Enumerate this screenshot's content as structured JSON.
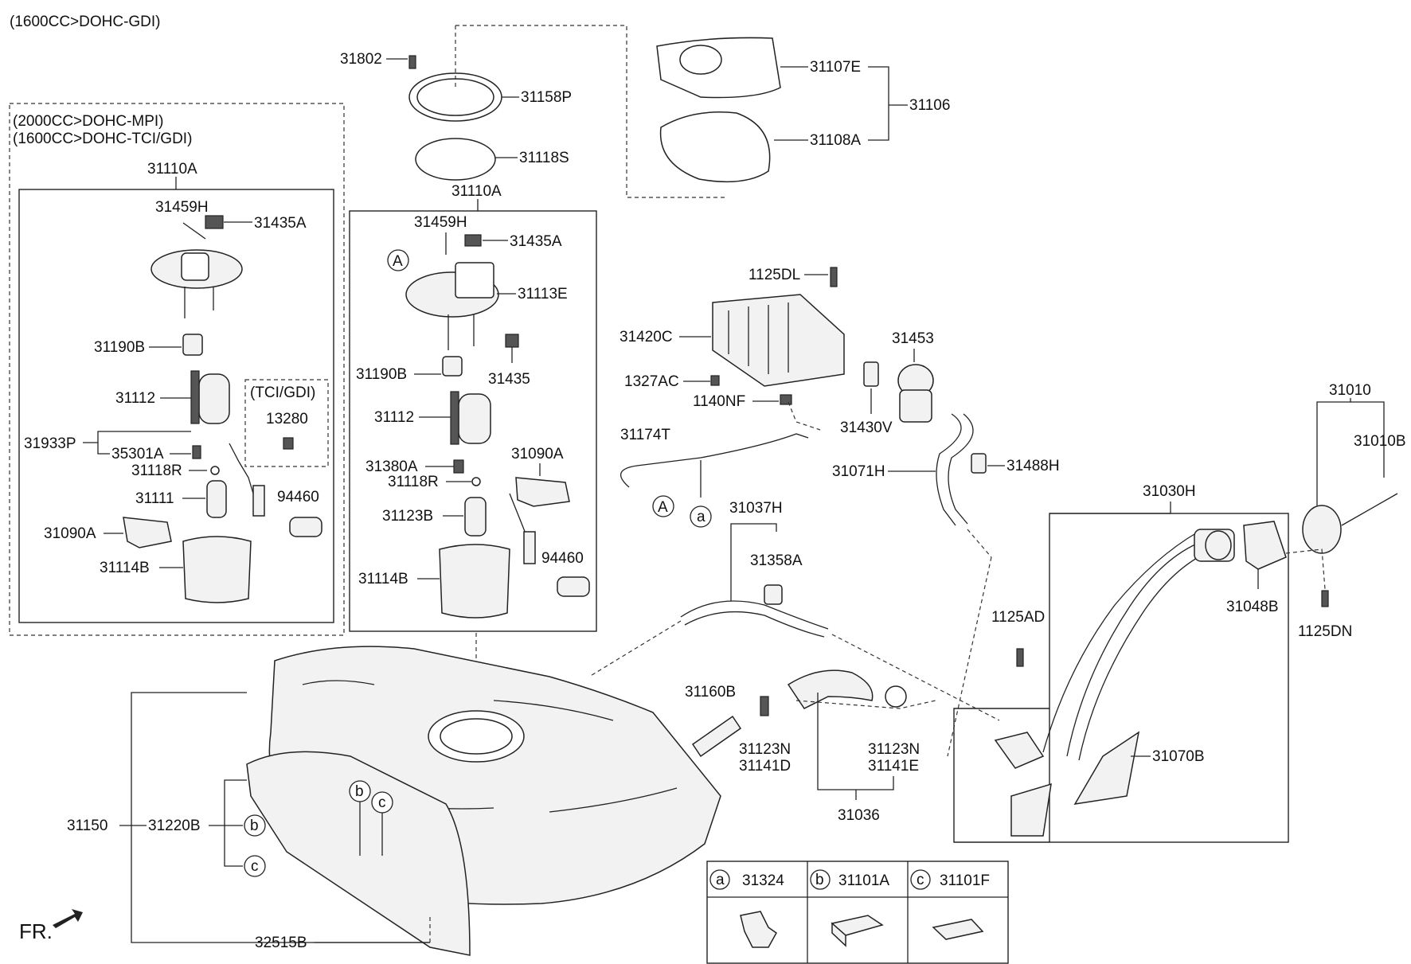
{
  "notes": {
    "engine_top": "(1600CC>DOHC-GDI)",
    "engine_left_1": "(2000CC>DOHC-MPI)",
    "engine_left_2": "(1600CC>DOHC-TCI/GDI)",
    "tci_gdi": "(TCI/GDI)",
    "fr": "FR."
  },
  "labels": {
    "p31802": "31802",
    "p31158P": "31158P",
    "p31118S": "31118S",
    "p31107E": "31107E",
    "p31106": "31106",
    "p31108A": "31108A",
    "p31110A_left": "31110A",
    "p31110A_mid": "31110A",
    "p31459H_left": "31459H",
    "p31435A_left": "31435A",
    "p31190B_left": "31190B",
    "p31112_left": "31112",
    "p13280": "13280",
    "p31933P": "31933P",
    "p35301A": "35301A",
    "p31118R_left": "31118R",
    "p31111": "31111",
    "p94460_left": "94460",
    "p31090A_left": "31090A",
    "p31114B_left": "31114B",
    "p31459H_mid": "31459H",
    "p31435A_mid": "31435A",
    "p31113E": "31113E",
    "p31190B_mid": "31190B",
    "p31435": "31435",
    "p31112_mid": "31112",
    "p31380A": "31380A",
    "p31090A_mid": "31090A",
    "p31118R_mid": "31118R",
    "p31123B": "31123B",
    "p94460_mid": "94460",
    "p31114B_mid": "31114B",
    "p1125DL": "1125DL",
    "p31420C": "31420C",
    "p31453": "31453",
    "p1327AC": "1327AC",
    "p1140NF": "1140NF",
    "p31430V": "31430V",
    "p31174T": "31174T",
    "p31071H": "31071H",
    "p31488H": "31488H",
    "p31010": "31010",
    "p31010B": "31010B",
    "p31030H": "31030H",
    "p31037H": "31037H",
    "p31358A": "31358A",
    "p31048B": "31048B",
    "p1125AD": "1125AD",
    "p1125DN": "1125DN",
    "p31160B": "31160B",
    "p31123N_a": "31123N",
    "p31141D": "31141D",
    "p31123N_b": "31123N",
    "p31141E": "31141E",
    "p31036": "31036",
    "p31070B": "31070B",
    "p31150": "31150",
    "p31220B": "31220B",
    "p32515B": "32515B"
  },
  "refs": {
    "a": "a",
    "b": "b",
    "c": "c",
    "A": "A"
  },
  "legend": {
    "a_part": "31324",
    "b_part": "31101A",
    "c_part": "31101F"
  }
}
